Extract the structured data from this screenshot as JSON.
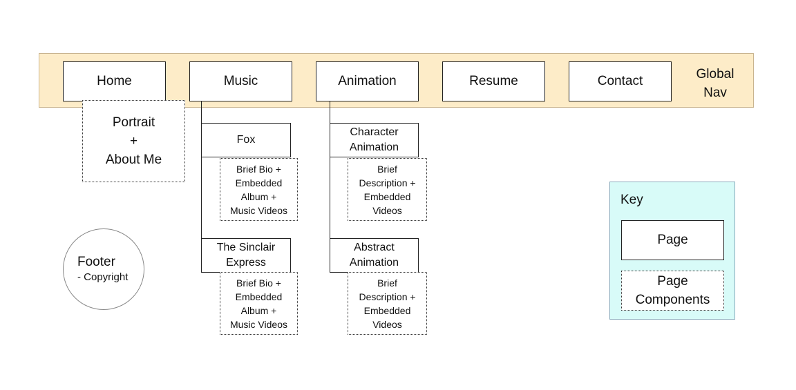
{
  "global_nav": {
    "label_line1": "Global",
    "label_line2": "Nav",
    "items": [
      "Home",
      "Music",
      "Animation",
      "Resume",
      "Contact"
    ]
  },
  "home_components": {
    "line1": "Portrait",
    "line2": "+",
    "line3": "About Me"
  },
  "music": {
    "pages": [
      {
        "title_line1": "Fox",
        "title_line2": "",
        "components": [
          "Brief Bio +",
          "Embedded",
          "Album +",
          "Music Videos"
        ]
      },
      {
        "title_line1": "The Sinclair",
        "title_line2": "Express",
        "components": [
          "Brief Bio +",
          "Embedded",
          "Album +",
          "Music Videos"
        ]
      }
    ]
  },
  "animation": {
    "pages": [
      {
        "title_line1": "Character",
        "title_line2": "Animation",
        "components": [
          "Brief",
          "Description +",
          "Embedded",
          "Videos"
        ]
      },
      {
        "title_line1": "Abstract",
        "title_line2": "Animation",
        "components": [
          "Brief",
          "Description +",
          "Embedded",
          "Videos"
        ]
      }
    ]
  },
  "footer": {
    "title": "Footer",
    "subtitle": "- Copyright"
  },
  "key": {
    "title": "Key",
    "page_label": "Page",
    "components_line1": "Page",
    "components_line2": "Components"
  },
  "colors": {
    "nav_background": "#fdecc8",
    "key_background": "#d8fbf8"
  }
}
